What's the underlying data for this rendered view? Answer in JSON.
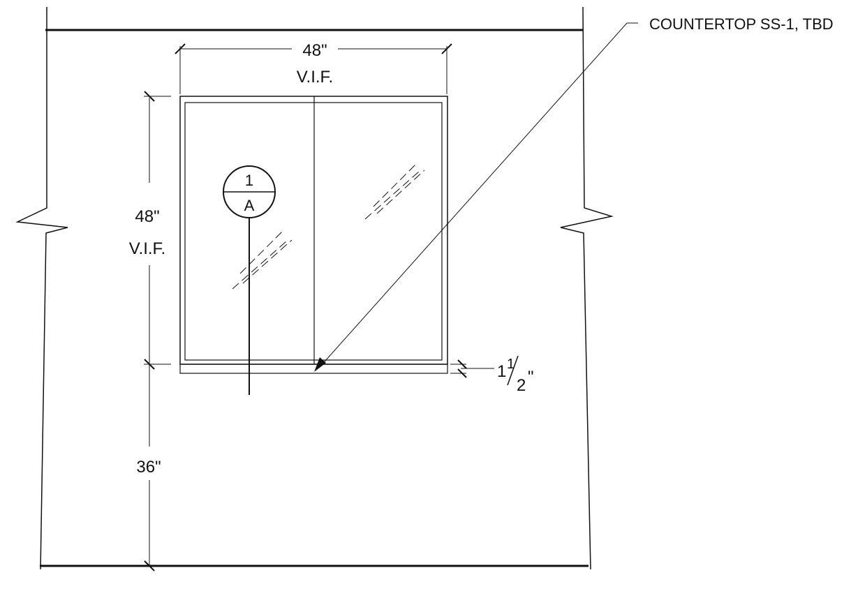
{
  "dimensions": {
    "width_value": "48\"",
    "width_note": "V.I.F.",
    "height_value": "48\"",
    "height_note": "V.I.F.",
    "sill_height": "36\"",
    "countertop_whole": "1",
    "countertop_num": "1",
    "countertop_den": "2",
    "countertop_unit": "\""
  },
  "callout": {
    "text": "COUNTERTOP SS-1, TBD"
  },
  "section_tag": {
    "number": "1",
    "sheet": "A"
  },
  "colors": {
    "line": "#111111",
    "background": "#ffffff"
  }
}
